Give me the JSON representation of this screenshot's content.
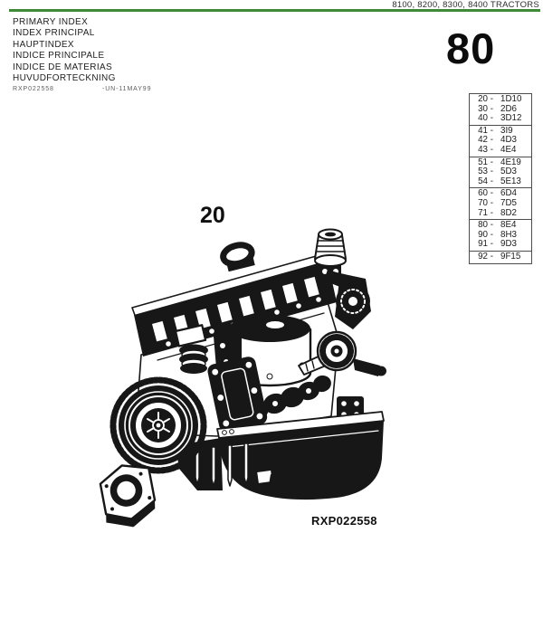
{
  "header": {
    "models_line": "8100, 8200, 8300, 8400 TRACTORS",
    "rule_color": "#3e8a39",
    "section_number": "80"
  },
  "index_block": {
    "titles": [
      "PRIMARY INDEX",
      "INDEX PRINCIPAL",
      "HAUPTINDEX",
      "INDICE PRINCIPALE",
      "INDICE DE MATERIAS",
      "HUVUDFORTECKNING"
    ],
    "image_code": "RXP022558",
    "image_code_suffix": "-UN-11MAY99"
  },
  "index_table": {
    "groups": [
      {
        "rows": [
          {
            "sec": "20 -",
            "ref": "1D10"
          },
          {
            "sec": "30 -",
            "ref": "2D6"
          },
          {
            "sec": "40 -",
            "ref": "3D12"
          }
        ]
      },
      {
        "rows": [
          {
            "sec": "41 -",
            "ref": "3I9"
          },
          {
            "sec": "42 -",
            "ref": "4D3"
          },
          {
            "sec": "43 -",
            "ref": "4E4"
          }
        ]
      },
      {
        "rows": [
          {
            "sec": "51 -",
            "ref": "4E19"
          },
          {
            "sec": "53 -",
            "ref": "5D3"
          },
          {
            "sec": "54 -",
            "ref": "5E13"
          }
        ]
      },
      {
        "rows": [
          {
            "sec": "60 -",
            "ref": "6D4"
          },
          {
            "sec": "70 -",
            "ref": "7D5"
          },
          {
            "sec": "71 -",
            "ref": "8D2"
          }
        ]
      },
      {
        "rows": [
          {
            "sec": "80 -",
            "ref": "8E4"
          },
          {
            "sec": "90 -",
            "ref": "8H3"
          },
          {
            "sec": "91 -",
            "ref": "9D3"
          }
        ]
      },
      {
        "rows": [
          {
            "sec": "92 -",
            "ref": "9F15"
          }
        ]
      }
    ]
  },
  "figure": {
    "label": "20",
    "caption": "RXP022558",
    "alt": "engine-assembly-line-drawing"
  }
}
